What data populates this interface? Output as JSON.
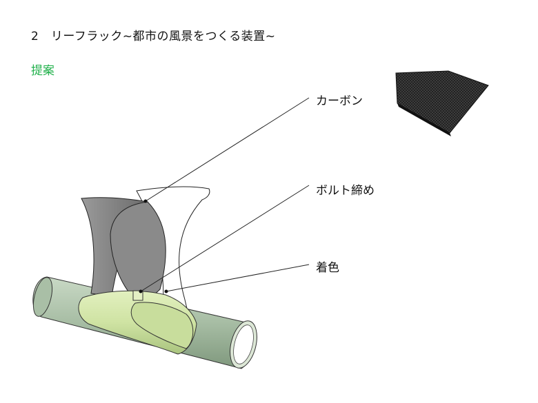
{
  "header": {
    "title": "2　リーフラック~都市の風景をつくる装置~",
    "subtitle": "提案"
  },
  "callouts": {
    "carbon": "カーボン",
    "bolt": "ボルト締め",
    "color": "着色"
  },
  "colors": {
    "accent_green": "#22b14c",
    "pipe": "#a9bfa6",
    "pipe_band": "#cde3a2",
    "leaf_gray": "#8c8c8c",
    "carbon_plate": "#2b2b2b"
  }
}
